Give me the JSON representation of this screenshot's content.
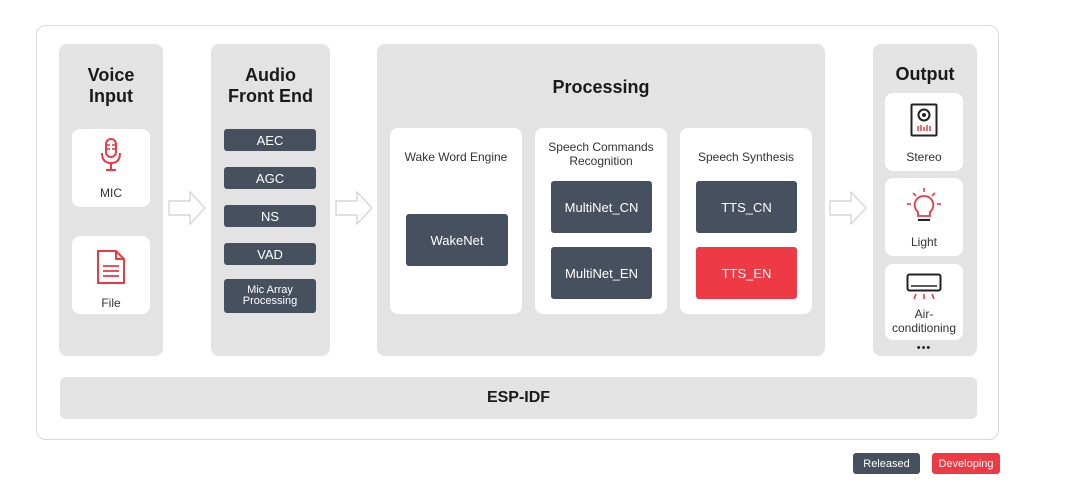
{
  "voice_input": {
    "title_line1": "Voice",
    "title_line2": "Input",
    "mic_label": "MIC",
    "file_label": "File"
  },
  "afe": {
    "title_line1": "Audio",
    "title_line2": "Front End",
    "items": [
      "AEC",
      "AGC",
      "NS",
      "VAD"
    ],
    "mic_array_line1": "Mic Array",
    "mic_array_line2": "Processing"
  },
  "processing": {
    "title": "Processing",
    "wake": {
      "title": "Wake Word Engine",
      "item": "WakeNet"
    },
    "speech": {
      "title_line1": "Speech Commands",
      "title_line2": "Recognition",
      "items": [
        "MultiNet_CN",
        "MultiNet_EN"
      ]
    },
    "tts": {
      "title": "Speech Synthesis",
      "items": [
        "TTS_CN",
        "TTS_EN"
      ]
    }
  },
  "output": {
    "title": "Output",
    "stereo": "Stereo",
    "light": "Light",
    "ac_line1": "Air-",
    "ac_line2": "conditioning",
    "more": "•••"
  },
  "foundation": "ESP-IDF",
  "legend": {
    "released": "Released",
    "developing": "Developing"
  },
  "colors": {
    "released": "#47505e",
    "developing": "#ee3a45",
    "panel": "#e3e3e3"
  }
}
